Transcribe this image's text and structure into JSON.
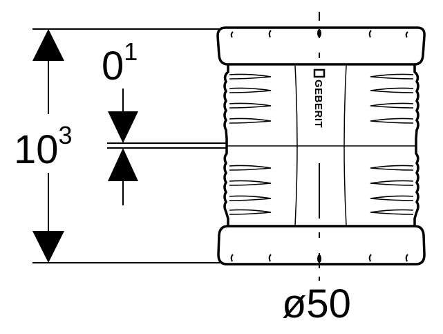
{
  "drawing": {
    "dimension_height": {
      "base": "10",
      "superscript": "3"
    },
    "dimension_gap": {
      "base": "0",
      "superscript": "1"
    },
    "dimension_diameter": "ø50",
    "brand_label": "GEBERIT",
    "colors": {
      "line": "#000000",
      "background": "#ffffff"
    }
  }
}
